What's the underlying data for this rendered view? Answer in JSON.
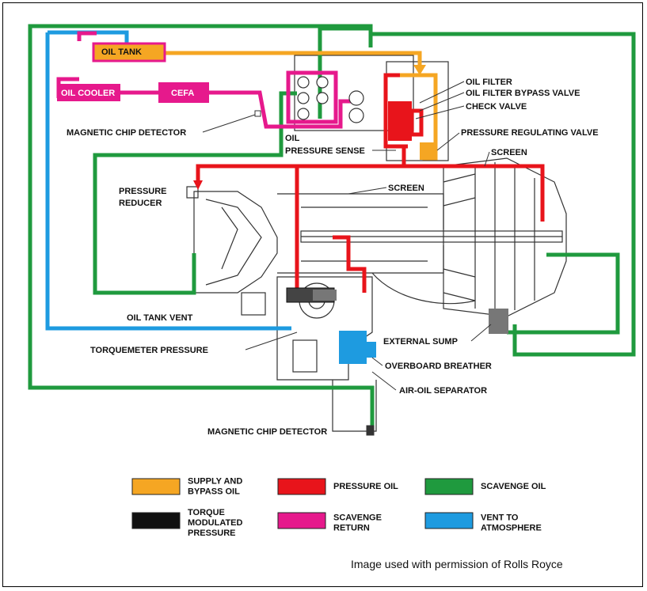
{
  "boxes": {
    "oil_tank": "OIL TANK",
    "oil_cooler": "OIL COOLER",
    "cefa": "CEFA"
  },
  "labels": {
    "oil_filter": "OIL FILTER",
    "oil_filter_bypass_valve": "OIL FILTER BYPASS VALVE",
    "check_valve": "CHECK VALVE",
    "pressure_regulating_valve": "PRESSURE REGULATING VALVE",
    "magnetic_chip_detector_top": "MAGNETIC CHIP DETECTOR",
    "oil": "OIL",
    "pressure_sense": "PRESSURE SENSE",
    "screen_right": "SCREEN",
    "screen_mid": "SCREEN",
    "pressure": "PRESSURE",
    "reducer": "REDUCER",
    "oil_tank_vent": "OIL TANK VENT",
    "torquemeter_pressure": "TORQUEMETER PRESSURE",
    "external_sump": "EXTERNAL SUMP",
    "overboard_breather": "OVERBOARD BREATHER",
    "air_oil_separator": "AIR-OIL SEPARATOR",
    "magnetic_chip_detector_bottom": "MAGNETIC CHIP DETECTOR"
  },
  "legend": [
    {
      "lines": [
        "SUPPLY AND",
        "BYPASS OIL"
      ],
      "color": "#f5a623"
    },
    {
      "lines": [
        "PRESSURE OIL"
      ],
      "color": "#e8141b"
    },
    {
      "lines": [
        "SCAVENGE OIL"
      ],
      "color": "#1f9a3e"
    },
    {
      "lines": [
        "TORQUE",
        "MODULATED",
        "PRESSURE"
      ],
      "color": "#111111"
    },
    {
      "lines": [
        "SCAVENGE",
        "RETURN"
      ],
      "color": "#e6198c"
    },
    {
      "lines": [
        "VENT TO",
        "ATMOSPHERE"
      ],
      "color": "#1e9be0"
    }
  ],
  "colors": {
    "supply": "#f5a623",
    "pressure": "#e8141b",
    "scavenge": "#1f9a3e",
    "torque": "#111111",
    "scavenge_return": "#e6198c",
    "vent": "#1e9be0"
  },
  "credit": "Image used with permission of Rolls Royce"
}
